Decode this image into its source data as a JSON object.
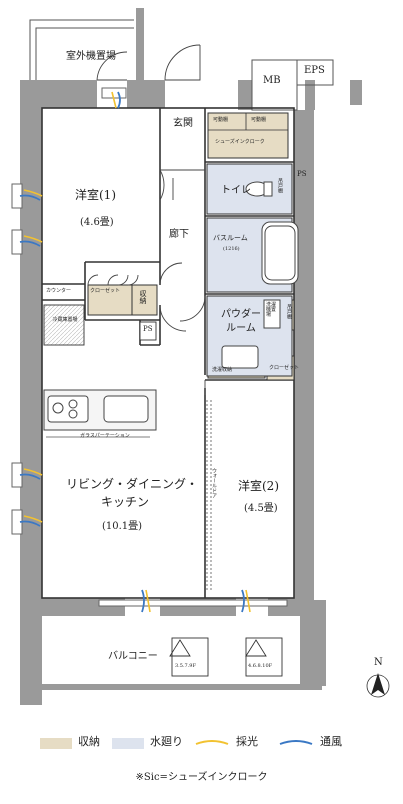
{
  "rooms": {
    "outdoor_unit": "室外機置場",
    "mb": "MB",
    "eps": "EPS",
    "entrance": "玄関",
    "shelf_1": "可動棚",
    "shelf_2": "可動棚",
    "shoes_closet": "シューズインクローク",
    "ps_1": "PS",
    "ps_2": "PS",
    "western_1_name": "洋室(1)",
    "western_1_size": "(4.6畳)",
    "toilet": "トイレ",
    "cabinet_1": "吊戸棚",
    "cabinet_2": "吊戸棚",
    "hallway": "廊下",
    "bathroom": "バスルーム",
    "bathroom_size": "(1216)",
    "counter": "カウンター",
    "closet": "クローゼット",
    "storage": "収納",
    "fridge": "冷蔵庫置場",
    "powder_room": "パウダールーム",
    "washer": "洗濯機置場",
    "linen": "リネン庫",
    "linen_storage": "洗濯収納",
    "closet_2": "クローゼット",
    "glass_partition": "ガラスパーテーション",
    "walk_door": "ウォールドア",
    "ldk_line1": "リビング・ダイニング・",
    "ldk_line2": "キッチン",
    "ldk_size": "(10.1畳)",
    "western_2_name": "洋室(2)",
    "western_2_size": "(4.5畳)",
    "balcony": "バルコニー",
    "drain_1": "3.5.7.9F",
    "drain_2": "4.6.8.10F",
    "north": "N"
  },
  "legend": {
    "storage": "収納",
    "water": "水廻り",
    "light": "採光",
    "wind": "通風"
  },
  "note": "※Sic=シューズインクローク",
  "colors": {
    "storage": "#e6dcc4",
    "water": "#dde3ee",
    "wall": "#9a9a9a",
    "light": "#f2c230",
    "wind": "#3a78c4"
  }
}
